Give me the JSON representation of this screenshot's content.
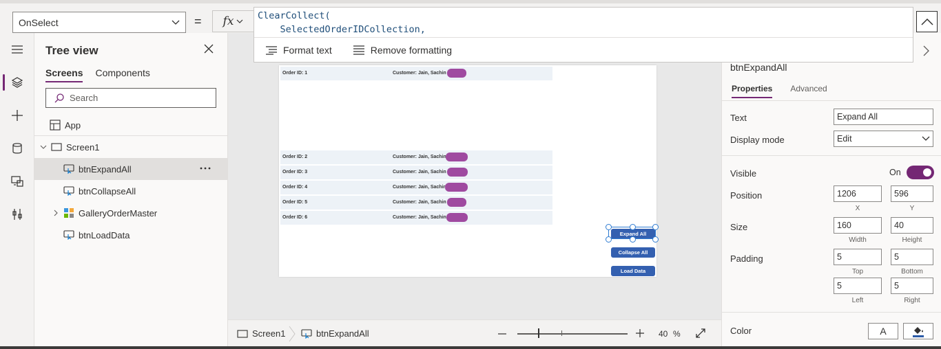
{
  "formula_bar": {
    "property": "OnSelect",
    "equals": "=",
    "fx": "fx",
    "code_lines": [
      "ClearCollect(",
      "    SelectedOrderIDCollection,"
    ],
    "format_text": "Format text",
    "remove_formatting": "Remove formatting"
  },
  "tree": {
    "title": "Tree view",
    "tabs": [
      "Screens",
      "Components"
    ],
    "search_placeholder": "Search",
    "items": {
      "app": "App",
      "screen": "Screen1",
      "btn_expand": "btnExpandAll",
      "btn_collapse": "btnCollapseAll",
      "gallery": "GalleryOrderMaster",
      "btn_load": "btnLoadData"
    }
  },
  "canvas": {
    "rows": [
      {
        "order": "Order ID: 1",
        "customer": "Customer: Jain, Sachin"
      },
      {
        "order": "Order ID: 2",
        "customer": "Customer: Jain, Sachin"
      },
      {
        "order": "Order ID: 3",
        "customer": "Customer: Jain, Sachin"
      },
      {
        "order": "Order ID: 4",
        "customer": "Customer: Jain, Sachin"
      },
      {
        "order": "Order ID: 5",
        "customer": "Customer: Jain, Sachin"
      },
      {
        "order": "Order ID: 6",
        "customer": "Customer: Jain, Sachin"
      }
    ],
    "buttons": {
      "expand": "Expand All",
      "collapse": "Collapse All",
      "load": "Load Data"
    }
  },
  "status_bar": {
    "screen": "Screen1",
    "control": "btnExpandAll",
    "zoom": "40",
    "zoom_unit": "%"
  },
  "properties": {
    "control_name": "btnExpandAll",
    "tabs": [
      "Properties",
      "Advanced"
    ],
    "text_label": "Text",
    "text_value": "Expand All",
    "display_mode_label": "Display mode",
    "display_mode_value": "Edit",
    "visible_label": "Visible",
    "visible_value": "On",
    "position_label": "Position",
    "x": "1206",
    "y": "596",
    "x_label": "X",
    "y_label": "Y",
    "size_label": "Size",
    "width": "160",
    "height": "40",
    "width_label": "Width",
    "height_label": "Height",
    "padding_label": "Padding",
    "pad_top": "5",
    "pad_bottom": "5",
    "pad_left": "5",
    "pad_right": "5",
    "top_label": "Top",
    "bottom_label": "Bottom",
    "left_label": "Left",
    "right_label": "Right",
    "color_label": "Color",
    "font_color_glyph": "A"
  },
  "colors": {
    "accent": "#742774",
    "button": "#3460b0",
    "pill": "#9f4aa0"
  }
}
